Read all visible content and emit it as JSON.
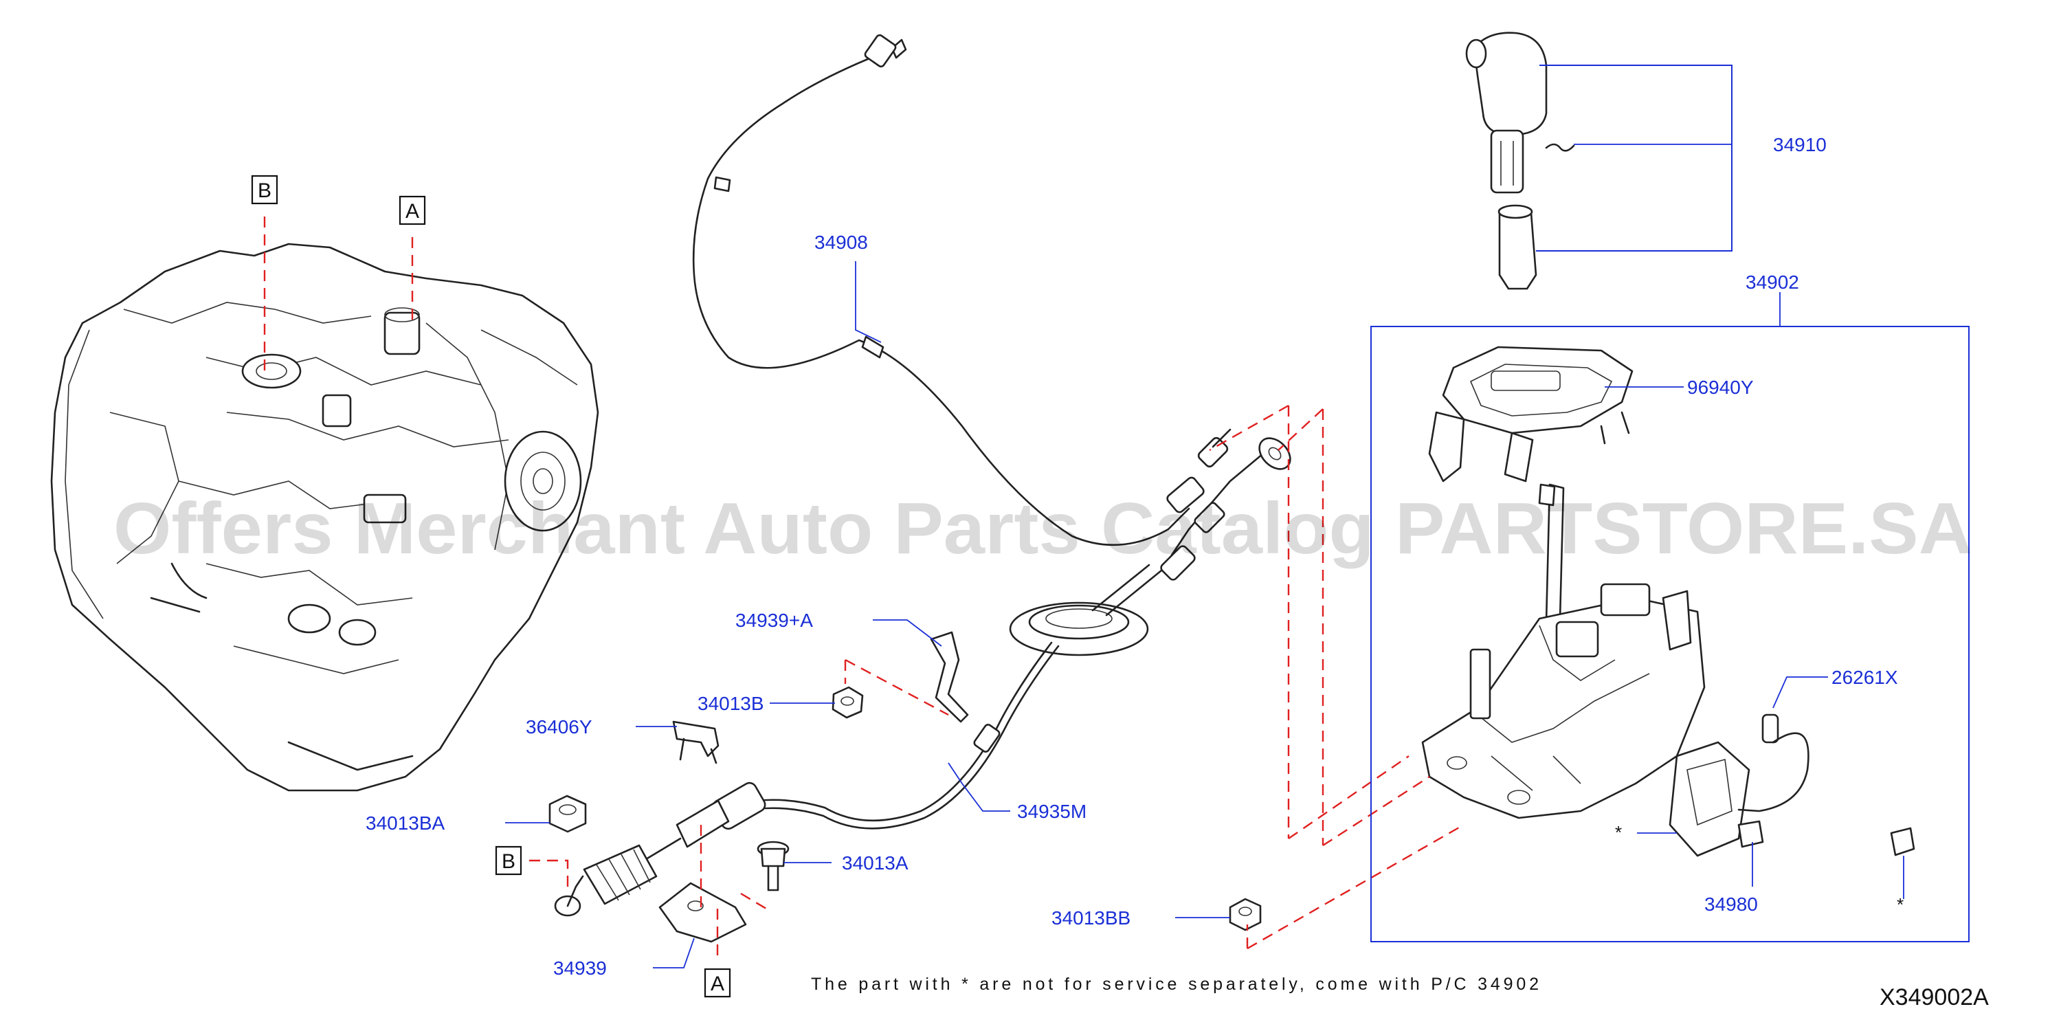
{
  "callouts": {
    "c34908": "34908",
    "c34910": "34910",
    "c34902": "34902",
    "c96940Y": "96940Y",
    "c26261X": "26261X",
    "c34939A": "34939+A",
    "c34013B": "34013B",
    "c36406Y": "36406Y",
    "c34013BA": "34013BA",
    "c34935M": "34935M",
    "c34013A": "34013A",
    "c34013BB": "34013BB",
    "c34939": "34939",
    "c34980": "34980"
  },
  "reference_markers": {
    "a_top": "A",
    "b_top": "B",
    "b_left": "B",
    "a_bottom": "A"
  },
  "asterisks": {
    "left": "*",
    "right": "*"
  },
  "footnote": "The part with * are not for service separately, come with P/C 34902",
  "figure_code": "X349002A",
  "watermark": "Offers Merchant Auto Parts Catalog PARTSTORE.SA",
  "colors": {
    "callout": "#1a2fd6",
    "reference_line": "#e02020",
    "outline": "#222222"
  }
}
